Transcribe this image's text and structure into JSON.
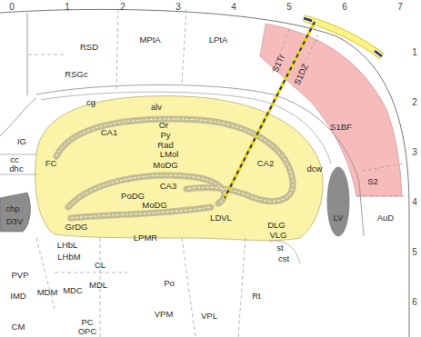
{
  "diagram": {
    "labels": [
      "0",
      "1",
      "2",
      "3",
      "4",
      "5",
      "6",
      "7",
      "1",
      "2",
      "3",
      "4",
      "5",
      "6",
      "RSD",
      "MPtA",
      "LPtA",
      "S1Tr",
      "S1DZ",
      "S1BF",
      "S2",
      "AuD",
      "RSGc",
      "cg",
      "alv",
      "IG",
      "cc",
      "dhc",
      "FC",
      "chp",
      "D3V",
      "Or",
      "Py",
      "CA1",
      "Rad",
      "LMol",
      "MoDG",
      "CA2",
      "CA3",
      "PoDG",
      "MoDG",
      "GrDG",
      "dcw",
      "LV",
      "DLG",
      "VLG",
      "LDVL",
      "LPMR",
      "LHbL",
      "LHbM",
      "CL",
      "PVP",
      "MDM",
      "MDC",
      "MDL",
      "IMD",
      "Po",
      "VPM",
      "VPL",
      "Rt",
      "st",
      "cst",
      "PC",
      "OPC",
      "CM"
    ]
  }
}
